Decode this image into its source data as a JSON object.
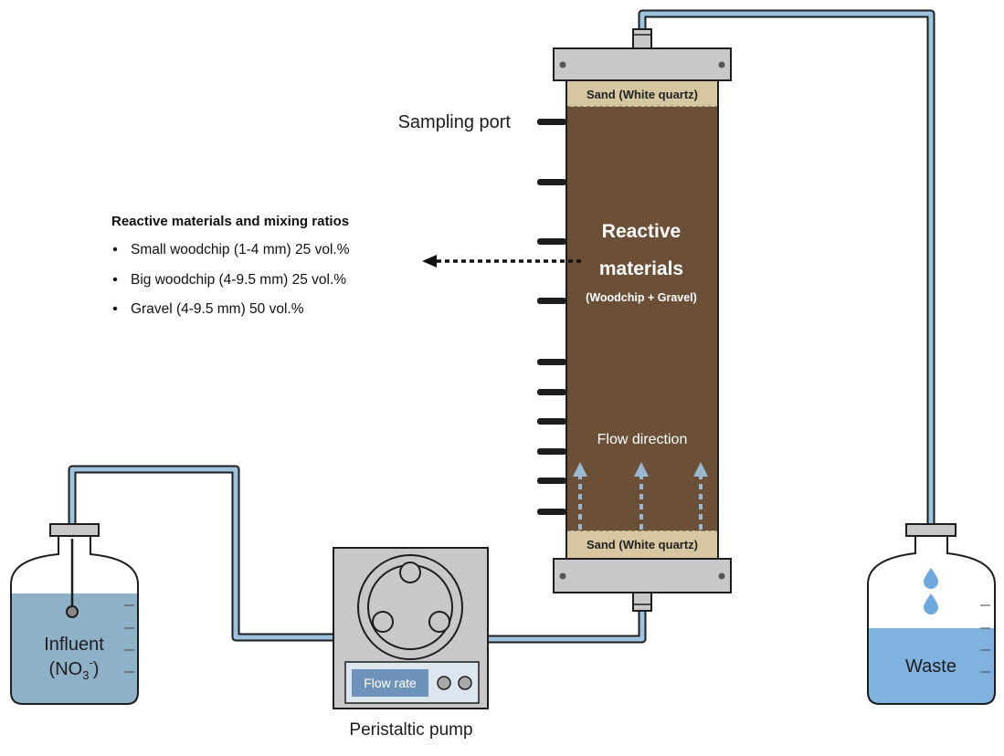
{
  "labels": {
    "sampling_port": "Sampling port",
    "sand_top": "Sand (White quartz)",
    "sand_bottom": "Sand (White quartz)",
    "reactive_line1": "Reactive",
    "reactive_line2": "materials",
    "reactive_sub": "(Woodchip + Gravel)",
    "flow_direction": "Flow direction",
    "flow_rate": "Flow rate",
    "pump": "Peristaltic pump",
    "influent_line1": "Influent",
    "influent_line2_prefix": "(NO",
    "influent_subscript": "3",
    "influent_superscript": "-",
    "influent_line2_suffix": ")",
    "waste": "Waste"
  },
  "materials": {
    "heading": "Reactive materials and mixing ratios",
    "items": [
      "Small woodchip (1-4 mm) 25 vol.%",
      "Big woodchip (4-9.5 mm) 25 vol.%",
      "Gravel (4-9.5 mm) 50 vol.%"
    ]
  },
  "colors": {
    "reactive_fill": "#6b4f36",
    "sand_fill": "#d6c7a1",
    "cap_fill": "#c8c8c8",
    "tube_fill": "#9ec3de",
    "influent_liquid": "#8fb1c8",
    "waste_liquid": "#7fb2df",
    "arrow_blue": "#9ab8d2",
    "flow_rate_box": "#6e93ba"
  }
}
